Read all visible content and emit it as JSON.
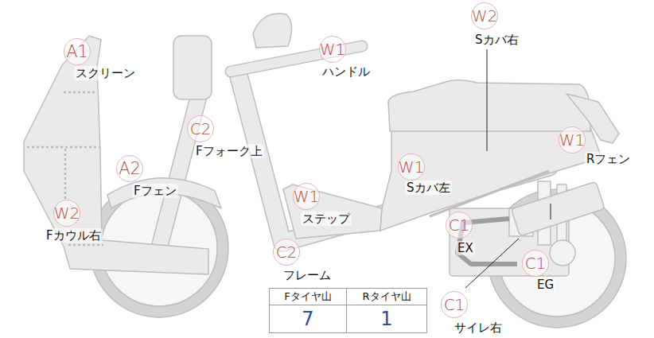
{
  "diagram": {
    "nodes": [
      {
        "text": [
          "W2",
          "Sカバ右"
        ]
      },
      {
        "text": [
          "A1",
          "スクリーン"
        ]
      },
      {
        "text": [
          "W1",
          "ハンドル"
        ]
      },
      {
        "text": [
          "C2",
          "Fフォーク上"
        ]
      },
      {
        "text": [
          "W1",
          "Rフェン"
        ]
      },
      {
        "text": [
          "W1",
          "Sカバ左"
        ]
      },
      {
        "text": [
          "A2",
          "Fフェン"
        ]
      },
      {
        "text": [
          "W1",
          "ステップ"
        ]
      },
      {
        "text": [
          "W2",
          "Fカウル右"
        ]
      },
      {
        "text": [
          "C1",
          "EX"
        ]
      },
      {
        "text": [
          "C2",
          "フレーム"
        ]
      },
      {
        "text": [
          "C1",
          "EG"
        ]
      },
      {
        "text": [
          "C1",
          "サイレ右"
        ]
      }
    ],
    "labels": [
      "Fタイヤ山",
      "Rタイヤ山",
      "7",
      "1"
    ]
  }
}
